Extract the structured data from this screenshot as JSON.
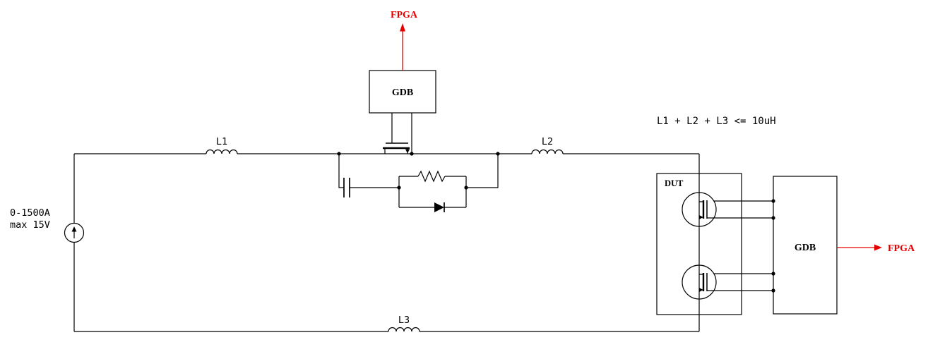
{
  "source": {
    "label_line1": "0-1500A",
    "label_line2": "max 15V"
  },
  "labels": {
    "l1": "L1",
    "l2": "L2",
    "l3": "L3",
    "inductance_note": "L1 + L2 + L3 <= 10uH"
  },
  "gdb_top": {
    "label": "GDB",
    "output": "FPGA"
  },
  "gdb_right": {
    "label": "GDB",
    "output": "FPGA"
  },
  "dut_label": "DUT",
  "colors": {
    "wire": "#000000",
    "accent": "#e60000",
    "background": "#ffffff"
  }
}
